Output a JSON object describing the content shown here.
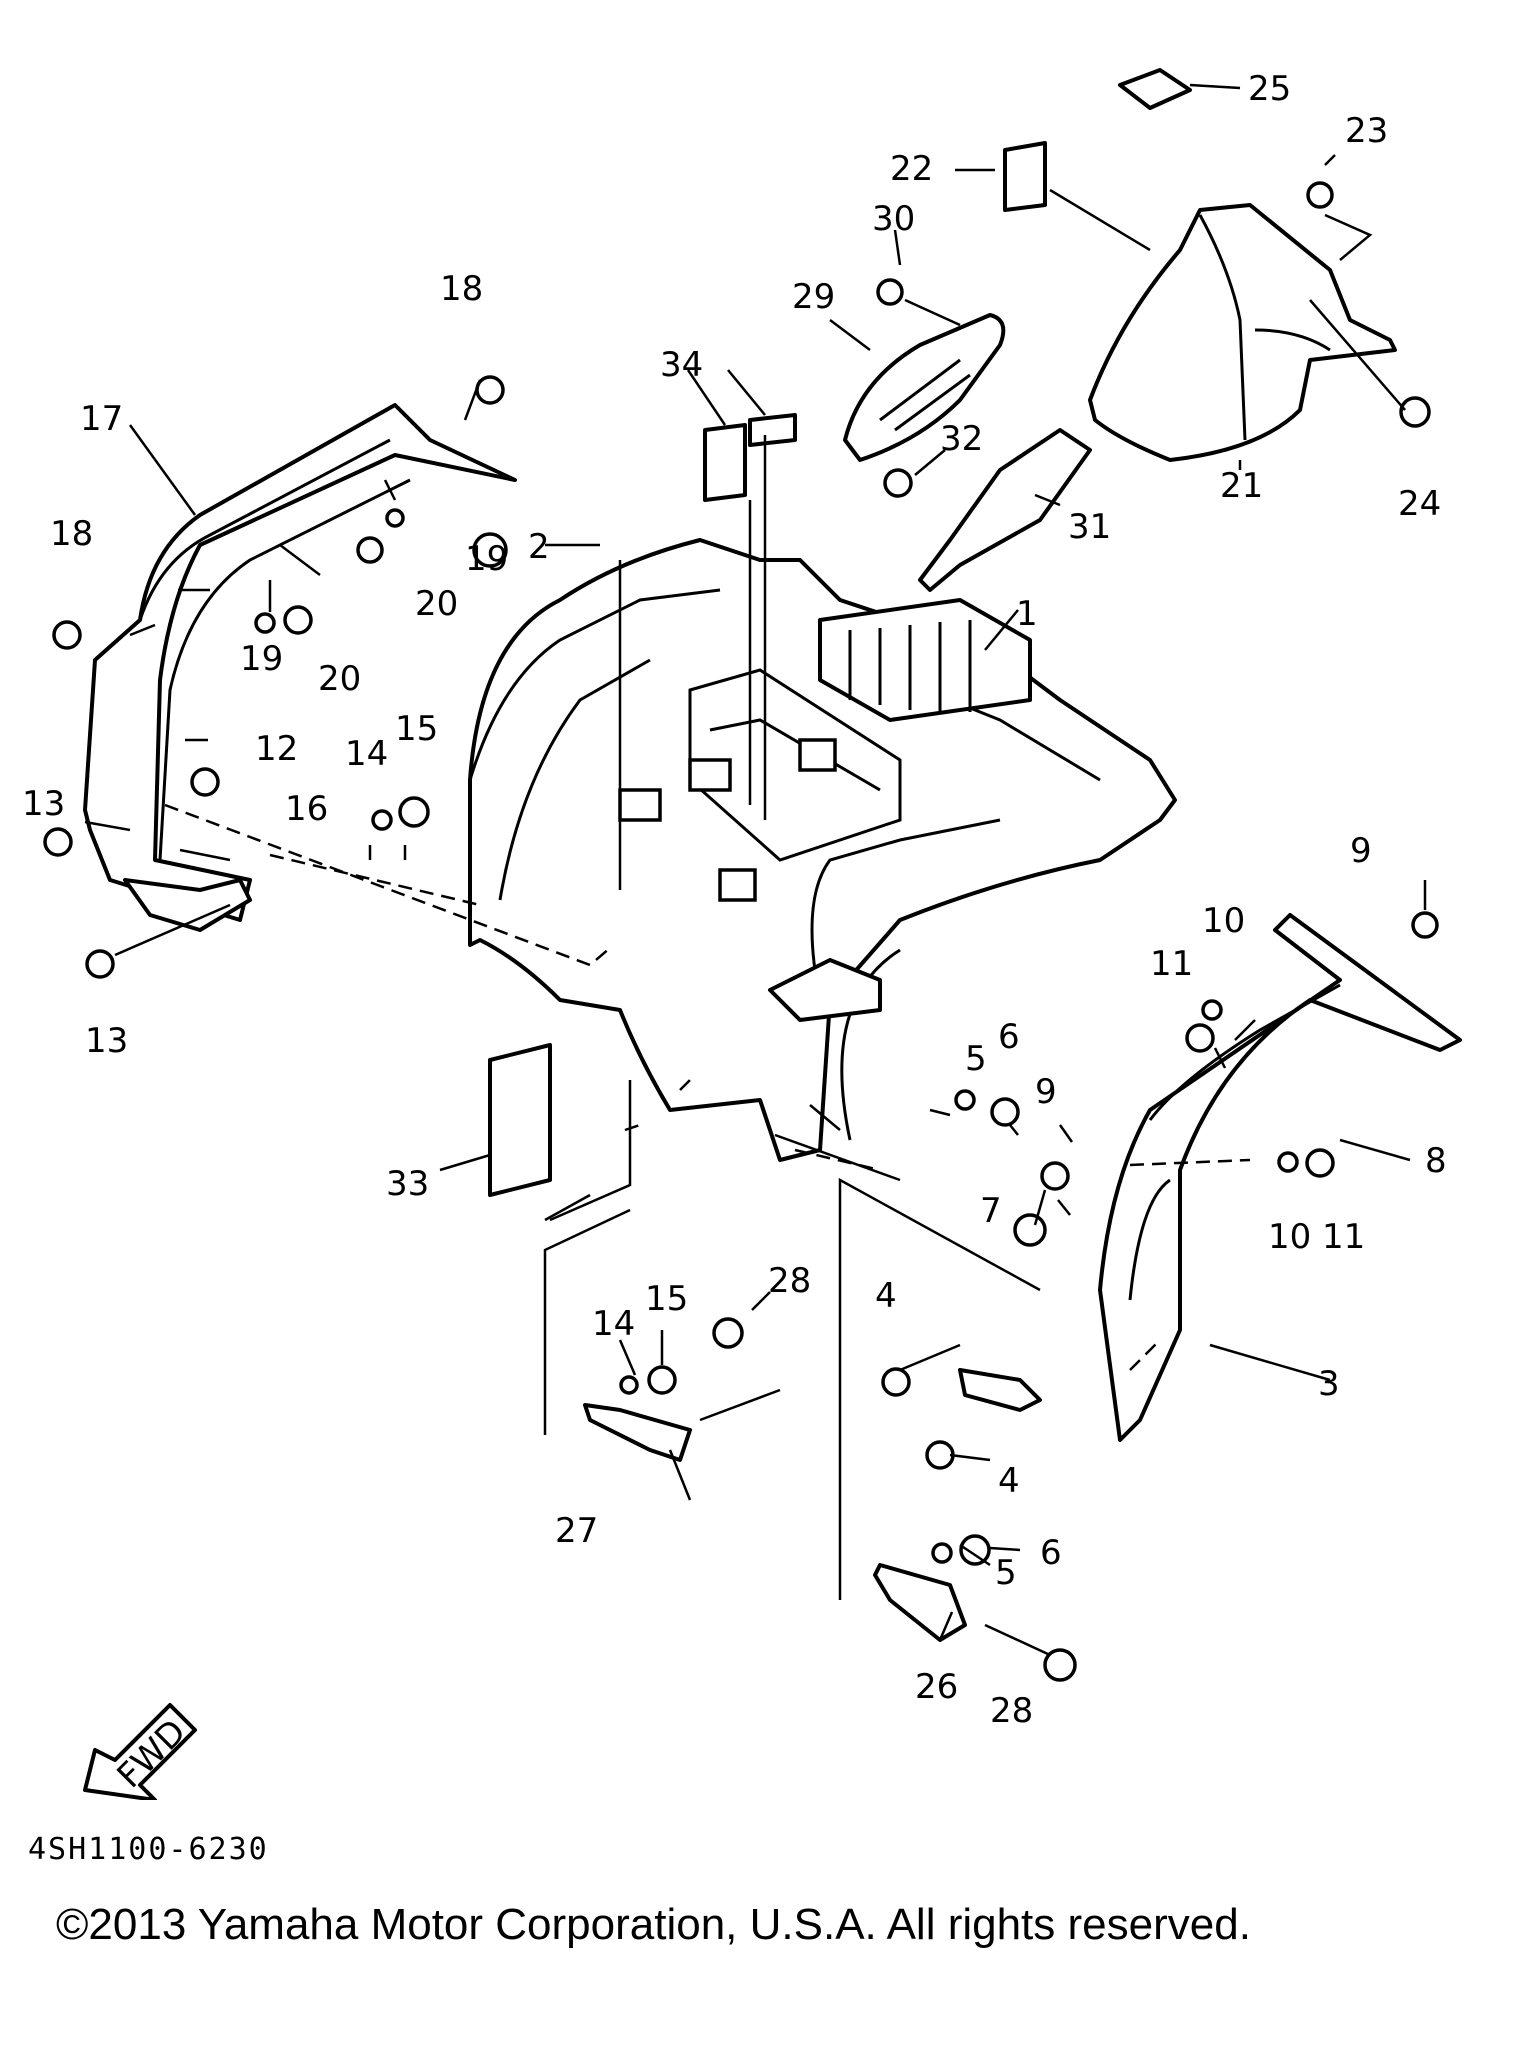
{
  "diagram": {
    "callouts": [
      "1",
      "2",
      "3",
      "4",
      "4",
      "5",
      "5",
      "6",
      "6",
      "7",
      "8",
      "9",
      "9",
      "10",
      "10",
      "11",
      "11",
      "12",
      "13",
      "13",
      "14",
      "14",
      "15",
      "15",
      "16",
      "17",
      "18",
      "18",
      "19",
      "19",
      "20",
      "20",
      "21",
      "22",
      "23",
      "24",
      "25",
      "26",
      "27",
      "28",
      "28",
      "29",
      "30",
      "31",
      "32",
      "33",
      "34"
    ],
    "direction_badge": "FWD"
  },
  "footer": {
    "ref_code": "4SH1100-6230",
    "copyright": "©2013 Yamaha Motor Corporation, U.S.A. All rights reserved."
  }
}
